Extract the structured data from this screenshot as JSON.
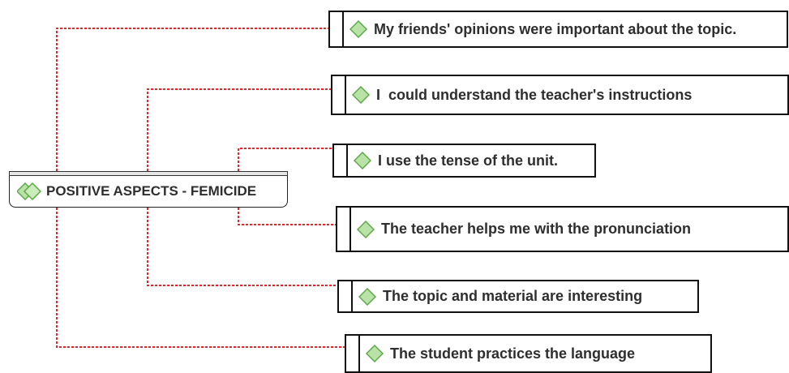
{
  "central": {
    "label": "POSITIVE ASPECTS - FEMICIDE",
    "icon": "double-diamond-icon"
  },
  "topics": [
    {
      "label": "My friends' opinions were important about the topic.",
      "icon": "diamond-icon"
    },
    {
      "label": "I  could understand the teacher's instructions",
      "icon": "diamond-icon"
    },
    {
      "label": "I use the tense of the unit.",
      "icon": "diamond-icon"
    },
    {
      "label": "The teacher helps me with the pronunciation",
      "icon": "diamond-icon"
    },
    {
      "label": "The topic and material are interesting",
      "icon": "diamond-icon"
    },
    {
      "label": "The student practices the language",
      "icon": "diamond-icon"
    }
  ],
  "colors": {
    "connector": "#e8242b",
    "icon_fill": "#b8e2a6",
    "icon_stroke": "#5fa84a",
    "border": "#111111",
    "text": "#2e2e2e"
  }
}
